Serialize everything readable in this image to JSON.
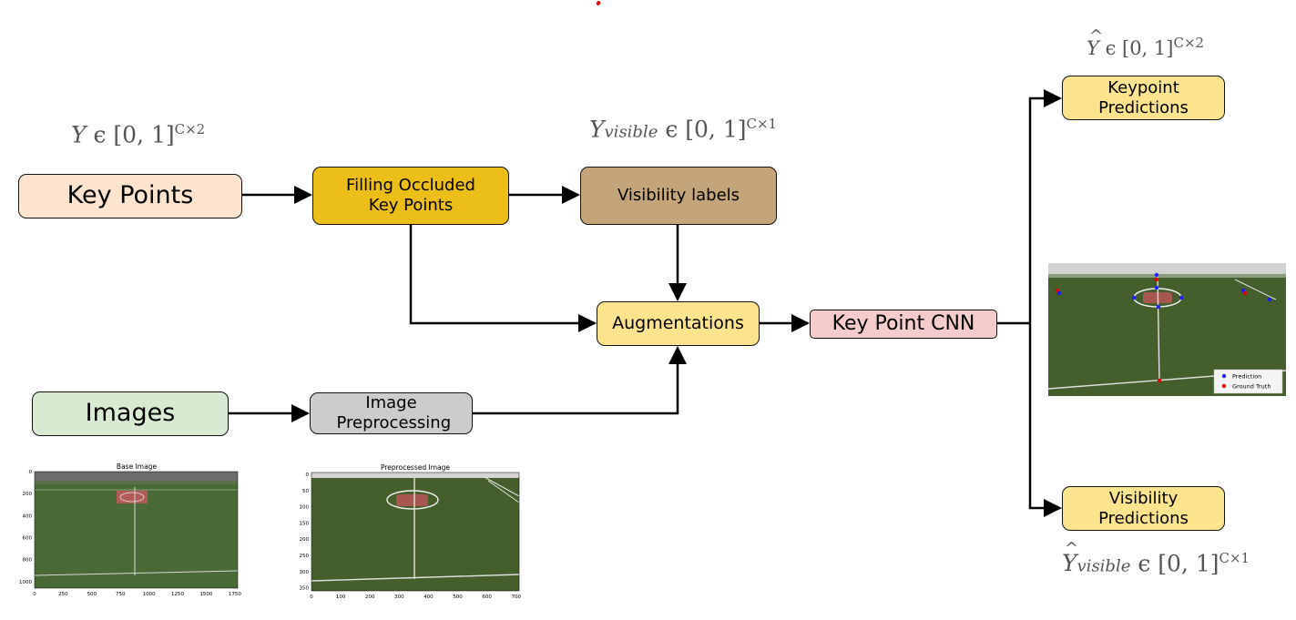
{
  "nodes": {
    "key_points": "Key Points",
    "filling": "Filling Occluded Key Points",
    "visibility_labels": "Visibility labels",
    "augmentations": "Augmentations",
    "images": "Images",
    "preprocessing": "Image Preprocessing",
    "cnn": "Key Point CNN",
    "keypoint_predictions": "Keypoint Predictions",
    "visibility_predictions": "Visibility Predictions"
  },
  "math": {
    "y_symbol": "Y",
    "y_set": "ϵ [0, 1]",
    "y_exp": "C×2",
    "yvis_symbol": "Y",
    "yvis_sub": "visible",
    "yvis_set": "ϵ [0, 1]",
    "yvis_exp": "C×1",
    "yhat_symbol": "Y",
    "yhat_set": "ϵ [0, 1]",
    "yhat_exp": "C×2",
    "yvhat_symbol": "Y",
    "yvhat_sub": "visible",
    "yvhat_set": "ϵ [0, 1]",
    "yvhat_exp": "C×1"
  },
  "base_plot": {
    "title": "Base Image",
    "y_ticks": [
      "0",
      "200",
      "400",
      "600",
      "800",
      "1000"
    ],
    "x_ticks": [
      "0",
      "250",
      "500",
      "750",
      "1000",
      "1250",
      "1500",
      "1750"
    ]
  },
  "pre_plot": {
    "title": "Preprocessed Image",
    "y_ticks": [
      "0",
      "50",
      "100",
      "150",
      "200",
      "250",
      "300",
      "350"
    ],
    "x_ticks": [
      "0",
      "100",
      "200",
      "300",
      "400",
      "500",
      "600",
      "700"
    ]
  },
  "prediction_legend": {
    "prediction": "Prediction",
    "ground_truth": "Ground Truth",
    "prediction_color": "#1f1fff",
    "ground_truth_color": "#e00000"
  },
  "colors": {
    "key_points": "#fce4cf",
    "filling": "#ebbf17",
    "visibility": "#c4a57a",
    "augment": "#fce48e",
    "images": "#d9ead3",
    "preprocess": "#cccccc",
    "cnn": "#f4cccc",
    "field": "#4a6a35"
  }
}
